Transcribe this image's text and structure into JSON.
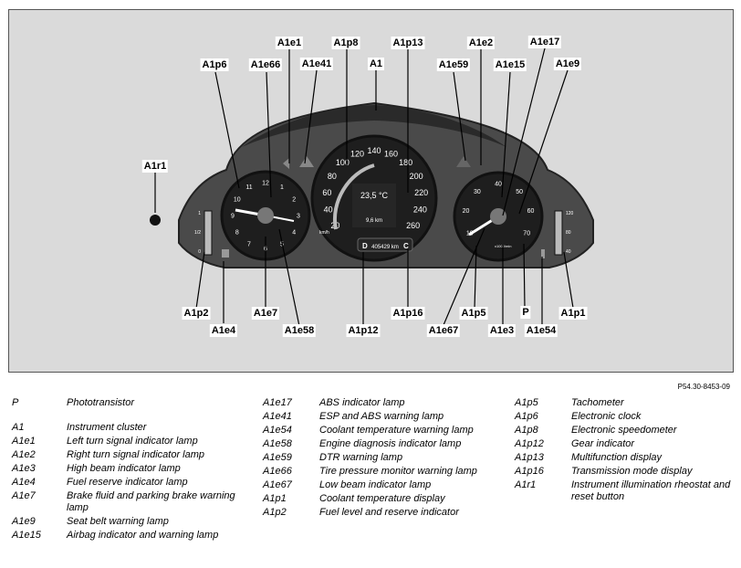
{
  "figure": {
    "callouts": [
      {
        "id": "A1e1",
        "label": "A1e1"
      },
      {
        "id": "A1p8",
        "label": "A1p8"
      },
      {
        "id": "A1p13",
        "label": "A1p13"
      },
      {
        "id": "A1e2",
        "label": "A1e2"
      },
      {
        "id": "A1e17",
        "label": "A1e17"
      },
      {
        "id": "A1p6",
        "label": "A1p6"
      },
      {
        "id": "A1e66",
        "label": "A1e66"
      },
      {
        "id": "A1e41",
        "label": "A1e41"
      },
      {
        "id": "A1",
        "label": "A1"
      },
      {
        "id": "A1e59",
        "label": "A1e59"
      },
      {
        "id": "A1e15",
        "label": "A1e15"
      },
      {
        "id": "A1e9",
        "label": "A1e9"
      },
      {
        "id": "A1r1",
        "label": "A1r1"
      },
      {
        "id": "A1p2",
        "label": "A1p2"
      },
      {
        "id": "A1e7",
        "label": "A1e7"
      },
      {
        "id": "A1p16",
        "label": "A1p16"
      },
      {
        "id": "A1p5",
        "label": "A1p5"
      },
      {
        "id": "P",
        "label": "P"
      },
      {
        "id": "A1p1",
        "label": "A1p1"
      },
      {
        "id": "A1e4",
        "label": "A1e4"
      },
      {
        "id": "A1e58",
        "label": "A1e58"
      },
      {
        "id": "A1p12",
        "label": "A1p12"
      },
      {
        "id": "A1e67",
        "label": "A1e67"
      },
      {
        "id": "A1e3",
        "label": "A1e3"
      },
      {
        "id": "A1e54",
        "label": "A1e54"
      }
    ],
    "display": {
      "temperature": "23,5 °C",
      "trip": "9,6 km",
      "odometer": "405429 km",
      "gear": "D",
      "mode": "C",
      "speed_unit": "km/h",
      "rpm_unit": "x1000/min"
    },
    "speed_ticks": [
      "20",
      "40",
      "60",
      "80",
      "100",
      "120",
      "140",
      "160",
      "180",
      "200",
      "220",
      "240",
      "260"
    ],
    "rpm_ticks": [
      "10",
      "20",
      "30",
      "40",
      "50",
      "60",
      "70"
    ],
    "clock_ticks": [
      "12",
      "1",
      "2",
      "3",
      "4",
      "5",
      "6",
      "7",
      "8",
      "9",
      "10",
      "11"
    ],
    "fuel_ticks": [
      "1",
      "1/2",
      "0"
    ],
    "coolant_ticks": [
      "120",
      "80",
      "40"
    ],
    "reference": "P54.30-8453-09"
  },
  "legend": {
    "col1": [
      {
        "code": "P",
        "desc": "Phototransistor"
      },
      {
        "code": "A1",
        "desc": "Instrument cluster"
      },
      {
        "code": "A1e1",
        "desc": "Left turn signal indicator lamp"
      },
      {
        "code": "A1e2",
        "desc": "Right turn signal indicator lamp"
      },
      {
        "code": "A1e3",
        "desc": "High beam indicator lamp"
      },
      {
        "code": "A1e4",
        "desc": "Fuel reserve indicator lamp"
      },
      {
        "code": "A1e7",
        "desc": "Brake fluid and parking brake warning lamp"
      },
      {
        "code": "A1e9",
        "desc": "Seat belt warning lamp"
      },
      {
        "code": "A1e15",
        "desc": "Airbag indicator and warning lamp"
      }
    ],
    "col2": [
      {
        "code": "A1e17",
        "desc": "ABS indicator lamp"
      },
      {
        "code": "A1e41",
        "desc": "ESP and ABS warning lamp"
      },
      {
        "code": "A1e54",
        "desc": "Coolant temperature warning lamp"
      },
      {
        "code": "A1e58",
        "desc": "Engine diagnosis indicator lamp"
      },
      {
        "code": "A1e59",
        "desc": "DTR warning lamp"
      },
      {
        "code": "A1e66",
        "desc": "Tire pressure monitor warning lamp"
      },
      {
        "code": "A1e67",
        "desc": "Low beam indicator lamp"
      },
      {
        "code": "A1p1",
        "desc": "Coolant temperature display"
      },
      {
        "code": "A1p2",
        "desc": "Fuel level and reserve indicator"
      }
    ],
    "col3": [
      {
        "code": "A1p5",
        "desc": "Tachometer"
      },
      {
        "code": "A1p6",
        "desc": "Electronic clock"
      },
      {
        "code": "A1p8",
        "desc": "Electronic speedometer"
      },
      {
        "code": "A1p12",
        "desc": "Gear indicator"
      },
      {
        "code": "A1p13",
        "desc": "Multifunction display"
      },
      {
        "code": "A1p16",
        "desc": "Transmission mode display"
      },
      {
        "code": "A1r1",
        "desc": "Instrument illumination rheostat and reset button"
      }
    ]
  }
}
